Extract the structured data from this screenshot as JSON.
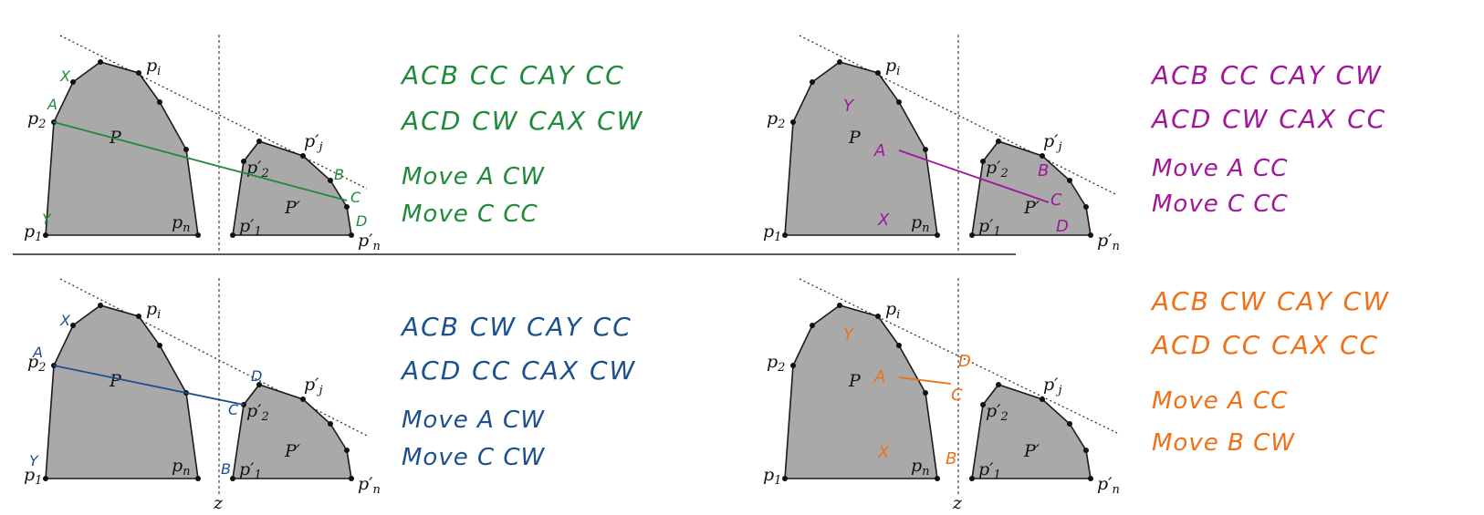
{
  "labels": {
    "P": "P",
    "Pp": "P′",
    "p1": "p",
    "p1s": "1",
    "p2": "p",
    "p2s": "2",
    "pi": "p",
    "pis": "i",
    "pn": "p",
    "pns": "n",
    "pp1": "p′",
    "pp1s": "1",
    "pp2": "p′",
    "pp2s": "2",
    "ppj": "p′",
    "ppjs": "j",
    "ppn": "p′",
    "ppns": "n",
    "z": "z"
  },
  "colors": {
    "green": "#1e8a3a",
    "purple": "#a0179a",
    "blue": "#1d4f8c",
    "orange": "#f07018"
  },
  "panels": [
    {
      "id": "top-left",
      "color": "green",
      "marks": {
        "A": "A",
        "X": "X",
        "Y": "Y",
        "B": "B",
        "C": "C",
        "D": "D"
      },
      "notes": [
        "ACB  CC    CAY  CC",
        "ACD  CW    CAX  CW",
        "Move A  CW",
        "Move C  CC"
      ]
    },
    {
      "id": "top-right",
      "color": "purple",
      "marks": {
        "A": "A",
        "X": "X",
        "Y": "Y",
        "B": "B",
        "C": "C",
        "D": "D"
      },
      "notes": [
        "ACB  CC    CAY  CW",
        "ACD  CW    CAX  CC",
        "Move A  CC",
        "Move C  CC"
      ]
    },
    {
      "id": "bottom-left",
      "color": "blue",
      "marks": {
        "A": "A",
        "X": "X",
        "Y": "Y",
        "B": "B",
        "C": "C",
        "D": "D"
      },
      "notes": [
        "ACB  CW    CAY  CC",
        "ACD  CC    CAX  CW",
        "Move  A  CW",
        "Move C  CW"
      ]
    },
    {
      "id": "bottom-right",
      "color": "orange",
      "marks": {
        "A": "A",
        "X": "X",
        "Y": "Y",
        "B": "B",
        "C": "C",
        "D": "D"
      },
      "notes": [
        "ACB  CW    CAY  CW",
        "ACD  CC    CAX  CC",
        "Move A  CC",
        "Move B  CW"
      ]
    }
  ]
}
